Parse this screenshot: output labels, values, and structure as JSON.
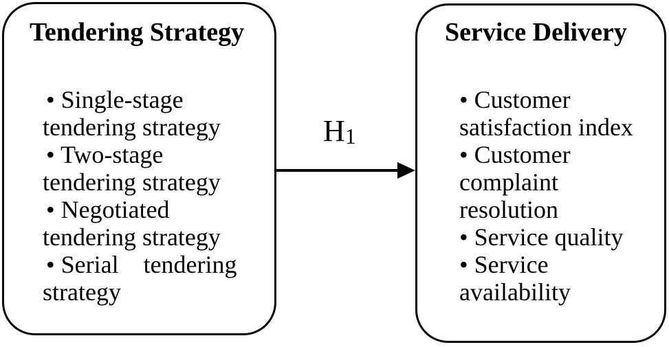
{
  "left_box": {
    "title": "Tendering Strategy",
    "items": [
      "• Single-stage\ntendering strategy",
      "• Two-stage\ntendering strategy",
      "• Negotiated\ntendering strategy",
      "• Serial    tendering\nstrategy"
    ]
  },
  "right_box": {
    "title": "Service Delivery",
    "items": [
      "• Customer\nsatisfaction index",
      "• Customer\ncomplaint\nresolution",
      "• Service quality",
      "• Service\navailability"
    ]
  },
  "arrow": {
    "label_base": "H",
    "label_sub": "1"
  },
  "colors": {
    "stroke": "#000000",
    "background": "#ffffff"
  }
}
